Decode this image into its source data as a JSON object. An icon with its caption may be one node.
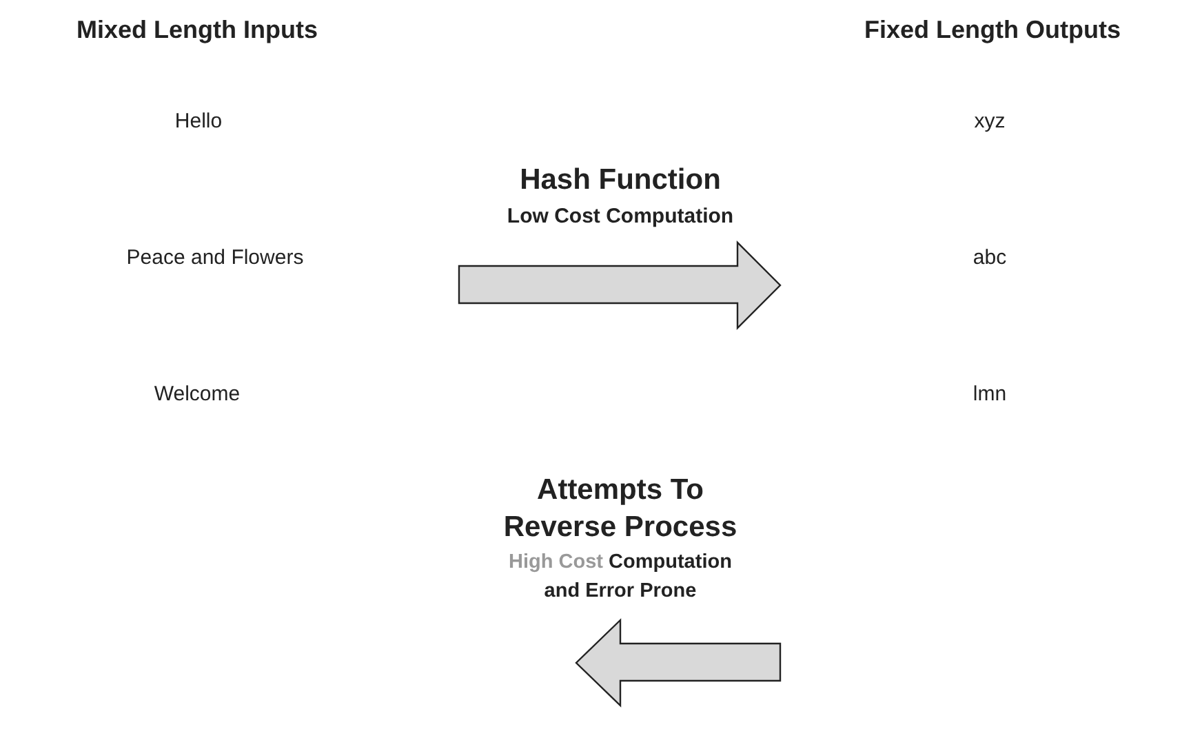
{
  "diagram": {
    "labels": [
      "Mixed Length Inputs",
      "Fixed Length Outputs",
      "Hello",
      "xyz",
      "Hash Function",
      "Low Cost Computation",
      "Peace and Flowers",
      "abc",
      "Welcome",
      "lmn",
      "Attempts To Reverse Process",
      "High Cost",
      "Computation and Error Prone"
    ]
  }
}
